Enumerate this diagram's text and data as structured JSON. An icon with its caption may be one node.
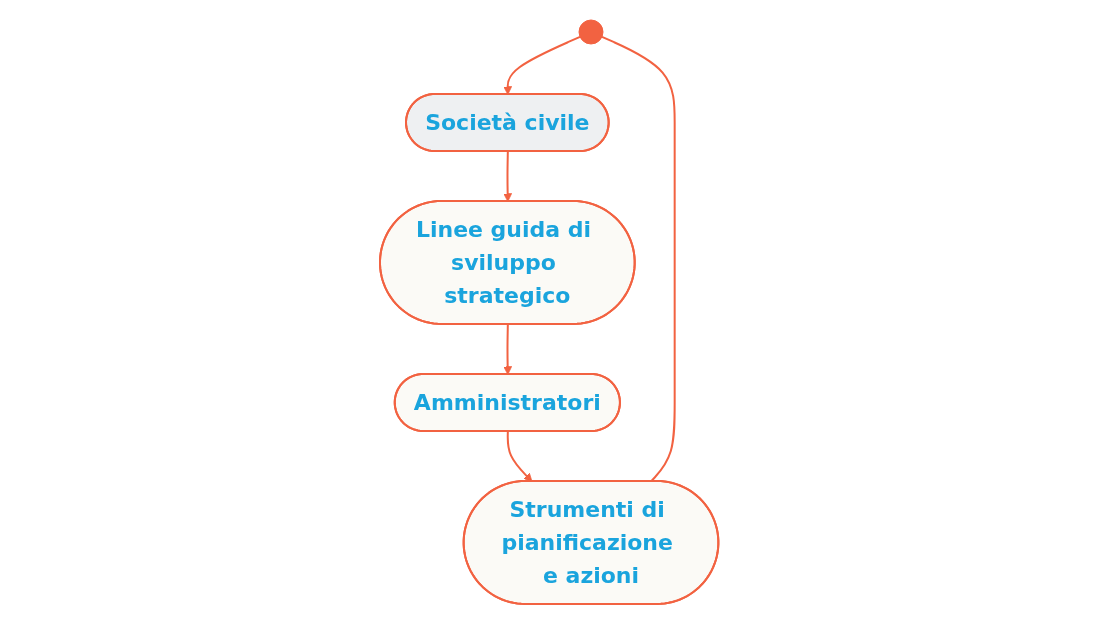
{
  "diagram": {
    "nodes": [
      {
        "text": [],
        "shape": "circle"
      },
      {
        "text": [
          "Società civile"
        ]
      },
      {
        "text": [
          "Linee guida di sviluppo strategico"
        ]
      },
      {
        "text": [
          "Amministratori"
        ]
      },
      {
        "text": [
          "Strumenti di pianificazione e azioni"
        ]
      }
    ],
    "edges": [
      {
        "from": 0,
        "to": 1,
        "arrow": "to"
      },
      {
        "from": 1,
        "to": 2,
        "arrow": "to"
      },
      {
        "from": 2,
        "to": 3,
        "arrow": "to"
      },
      {
        "from": 3,
        "to": 4,
        "arrow": "to"
      },
      {
        "from": 4,
        "to": 0,
        "arrow": "none"
      }
    ]
  }
}
